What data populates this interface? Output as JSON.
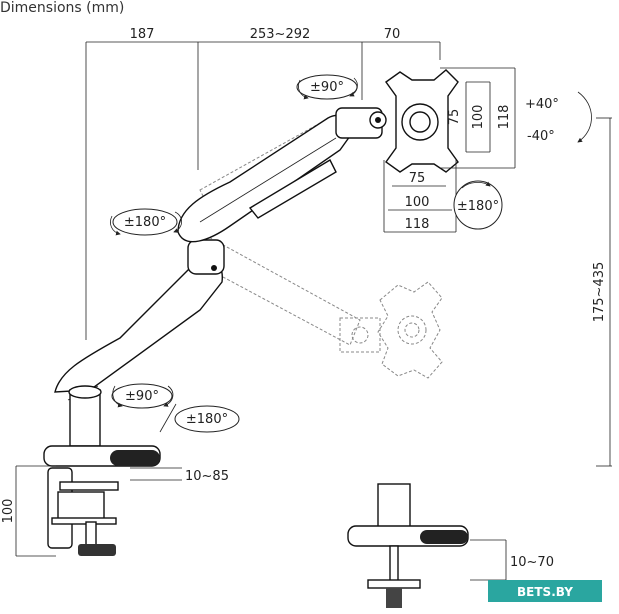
{
  "title": "Dimensions (mm)",
  "dimensions": {
    "top_left": "187",
    "top_middle": "253~292",
    "top_right": "70",
    "vesa_height_outer": "118",
    "vesa_height_mid": "100",
    "vesa_height_inner": "75",
    "vesa_width_inner": "75",
    "vesa_width_mid": "100",
    "vesa_width_outer": "118",
    "vertical_range": "175~435",
    "clamp_thickness": "10~85",
    "clamp_height": "100",
    "grommet_thickness": "10~70"
  },
  "rotations": {
    "head_swivel": "±90°",
    "tilt_up": "+40°",
    "tilt_down": "-40°",
    "rotate_plate": "±180°",
    "elbow": "±180°",
    "base_swivel": "±90°",
    "base_rotate": "±180°"
  },
  "watermark": "BETS.BY"
}
